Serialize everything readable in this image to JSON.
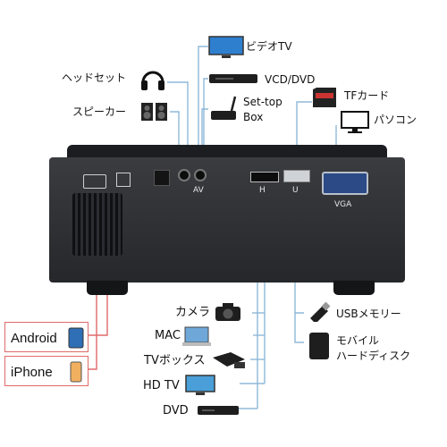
{
  "top_devices": {
    "video_tv": "ビデオTV",
    "vcd_dvd": "VCD/DVD",
    "settop_line1": "Set-top",
    "settop_line2": "Box"
  },
  "left_devices": {
    "headset": "ヘッドセット",
    "speaker": "スピーカー"
  },
  "right_devices": {
    "tf_card": "TFカード",
    "pc": "パソコン"
  },
  "ports": {
    "audio": "AV",
    "hdmi": "H",
    "usb": "U",
    "vga": "VGA"
  },
  "bottom_center": {
    "camera": "カメラ",
    "mac": "MAC",
    "tv_box": "TVボックス",
    "hd_tv": "HD TV",
    "dvd": "DVD"
  },
  "bottom_right": {
    "usb_memory": "USBメモリー",
    "hdd_line1": "モバイル",
    "hdd_line2": "ハードディスク"
  },
  "bottom_left": {
    "android": "Android",
    "iphone": "iPhone"
  },
  "colors": {
    "wire": "#8fb8d8",
    "projector": "#2a2c30",
    "box_border": "#e06a6a"
  }
}
